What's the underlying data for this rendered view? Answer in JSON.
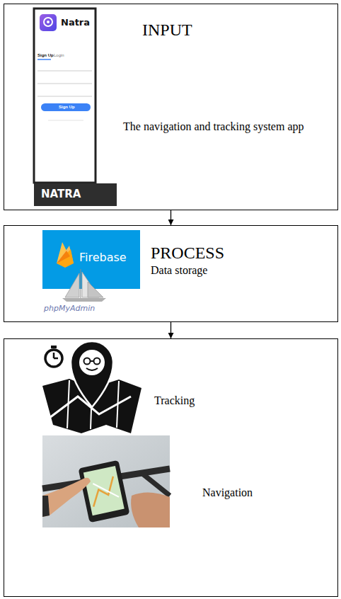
{
  "diagram": {
    "nodes": [
      {
        "text": [
          "INPUT",
          "The navigation and tracking system app"
        ]
      },
      {
        "text": [
          "PROCESS",
          "Data storage"
        ]
      },
      {
        "text": [
          "Tracking",
          "Navigation"
        ]
      }
    ],
    "edges": [
      {
        "from": 0,
        "to": 1,
        "arrow": "to"
      },
      {
        "from": 1,
        "to": 2,
        "arrow": "to"
      }
    ],
    "labels": [
      "Natra",
      "Sign Up",
      "Login",
      "Sign Up",
      "NATRA",
      "Firebase",
      "phpMyAdmin"
    ]
  }
}
